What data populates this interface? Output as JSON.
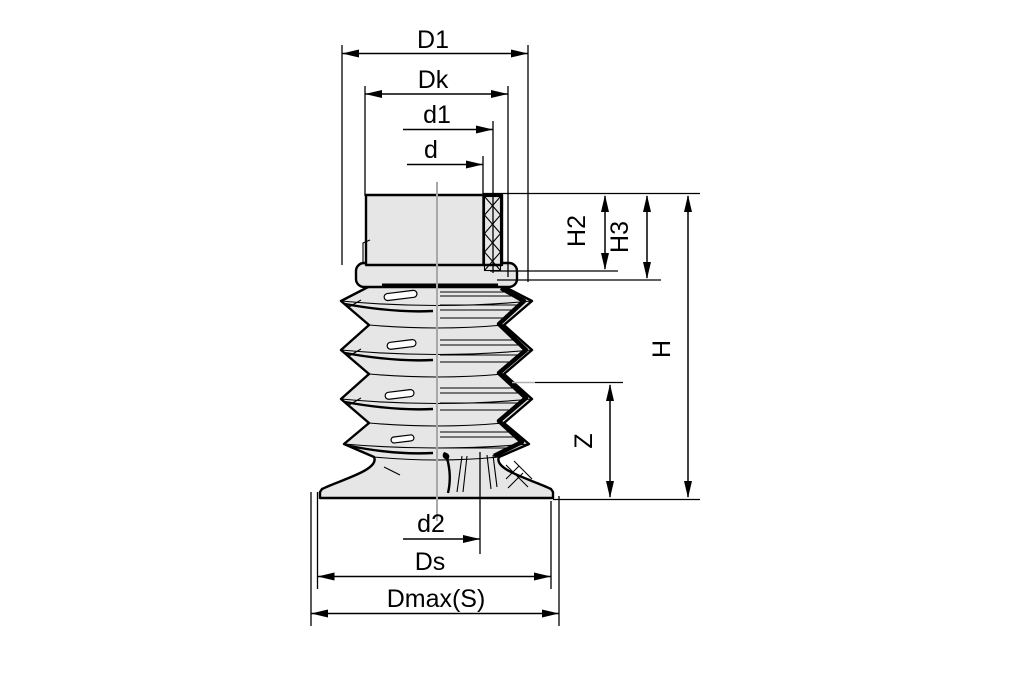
{
  "drawing": {
    "type": "technical-drawing",
    "subject": "bellows suction cup, half-section view",
    "view": "front, right half sectioned",
    "dimension_count": 11
  },
  "labels": {
    "D1": "D1",
    "Dk": "Dk",
    "d1": "d1",
    "d": "d",
    "H2": "H2",
    "H3": "H3",
    "H": "H",
    "Z": "Z",
    "d2": "d2",
    "Ds": "Ds",
    "Dmax": "Dmax(S)"
  },
  "colors": {
    "background": "#ffffff",
    "outline": "#000000",
    "body_fill": "#e6e6e6",
    "centerline": "#a8a8a8",
    "reference_line_gray": "#b0b0b0"
  }
}
